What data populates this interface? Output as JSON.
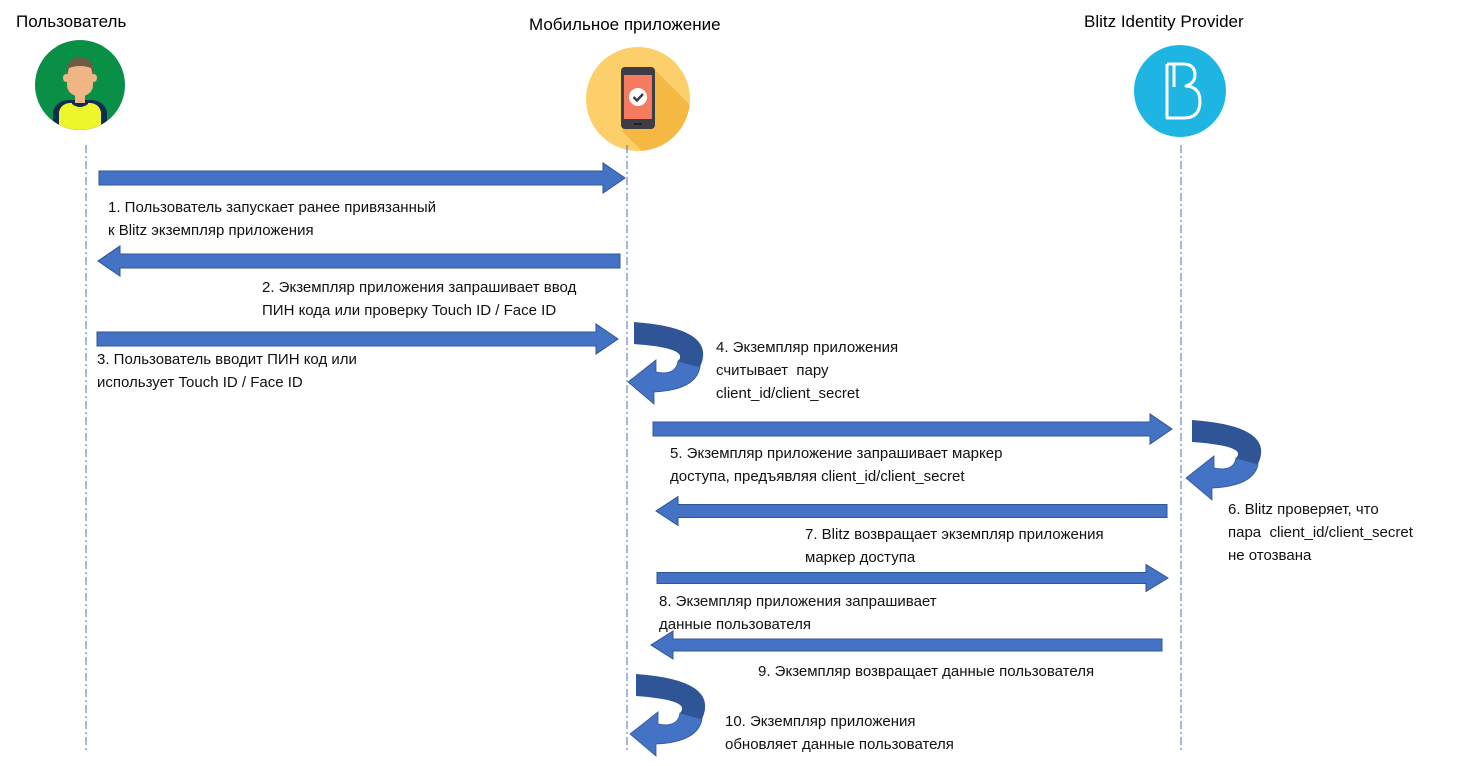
{
  "actors": [
    {
      "id": "user",
      "title": "Пользователь",
      "icon": "user-avatar-icon",
      "color": "#0a8f47"
    },
    {
      "id": "app",
      "title": "Мобильное приложение",
      "icon": "smartphone-check-icon",
      "color": "#fccf6a"
    },
    {
      "id": "idp",
      "title": "Blitz Identity Provider",
      "icon": "blitz-logo-icon",
      "color": "#1fb5e3"
    }
  ],
  "colors": {
    "arrow_fill": "#4472c4",
    "arrow_stroke": "#2f5597",
    "self_arrow_dark": "#2f5597",
    "lifeline": "#4472c4"
  },
  "steps": [
    {
      "n": 1,
      "from": "user",
      "to": "app",
      "type": "message",
      "text": "1. Пользователь запускает ранее привязанный\nк Blitz экземпляр приложения"
    },
    {
      "n": 2,
      "from": "app",
      "to": "user",
      "type": "message",
      "text": "2. Экземпляр приложения запрашивает ввод\nПИН кода или проверку Touch ID / Face ID"
    },
    {
      "n": 3,
      "from": "user",
      "to": "app",
      "type": "message",
      "text": "3. Пользователь вводит ПИН код или\nиспользует Touch ID / Face ID"
    },
    {
      "n": 4,
      "from": "app",
      "to": "app",
      "type": "self",
      "text": "4. Экземпляр приложения\nсчитывает  пару\nclient_id/client_secret"
    },
    {
      "n": 5,
      "from": "app",
      "to": "idp",
      "type": "message",
      "text": "5. Экземпляр приложение запрашивает маркер\nдоступа, предъявляя client_id/client_secret"
    },
    {
      "n": 6,
      "from": "idp",
      "to": "idp",
      "type": "self",
      "text": "6. Blitz проверяет, что\nпара  client_id/client_secret\nне отозвана"
    },
    {
      "n": 7,
      "from": "idp",
      "to": "app",
      "type": "message",
      "text": "7. Blitz возвращает экземпляр приложения\nмаркер доступа"
    },
    {
      "n": 8,
      "from": "app",
      "to": "idp",
      "type": "message",
      "text": "8. Экземпляр приложения запрашивает\nданные пользователя"
    },
    {
      "n": 9,
      "from": "idp",
      "to": "app",
      "type": "message",
      "text": "9. Экземпляр возвращает данные пользователя"
    },
    {
      "n": 10,
      "from": "app",
      "to": "app",
      "type": "self",
      "text": "10. Экземпляр приложения\nобновляет данные пользователя"
    }
  ]
}
